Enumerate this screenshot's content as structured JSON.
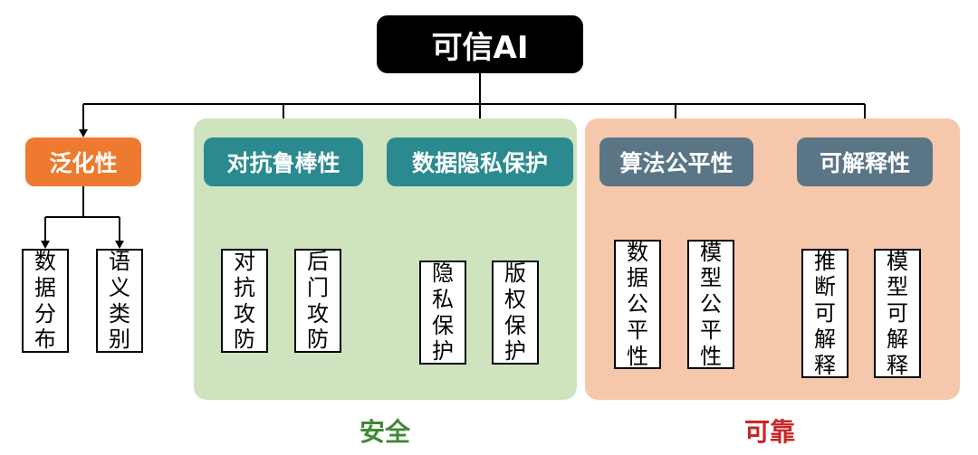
{
  "root": {
    "label": "可信AI"
  },
  "groups": {
    "safety": {
      "label": "安全",
      "label_color": "#3f8a36",
      "bg_color": "#cfe3bf"
    },
    "reliability": {
      "label": "可靠",
      "label_color": "#c62828",
      "bg_color": "#f6c8ab"
    }
  },
  "categories": [
    {
      "label": "泛化性",
      "color": "#ee7a30",
      "children": [
        "数据分布",
        "语义类别"
      ]
    },
    {
      "label": "对抗鲁棒性",
      "color": "#2a8a8f",
      "children": [
        "对抗攻防",
        "后门攻防"
      ]
    },
    {
      "label": "数据隐私保护",
      "color": "#2a8a8f",
      "children": [
        "隐私保护",
        "版权保护"
      ]
    },
    {
      "label": "算法公平性",
      "color": "#5a7586",
      "children": [
        "数据公平性",
        "模型公平性"
      ]
    },
    {
      "label": "可解释性",
      "color": "#5a7586",
      "children": [
        "推断可解释",
        "模型可解释"
      ]
    }
  ]
}
